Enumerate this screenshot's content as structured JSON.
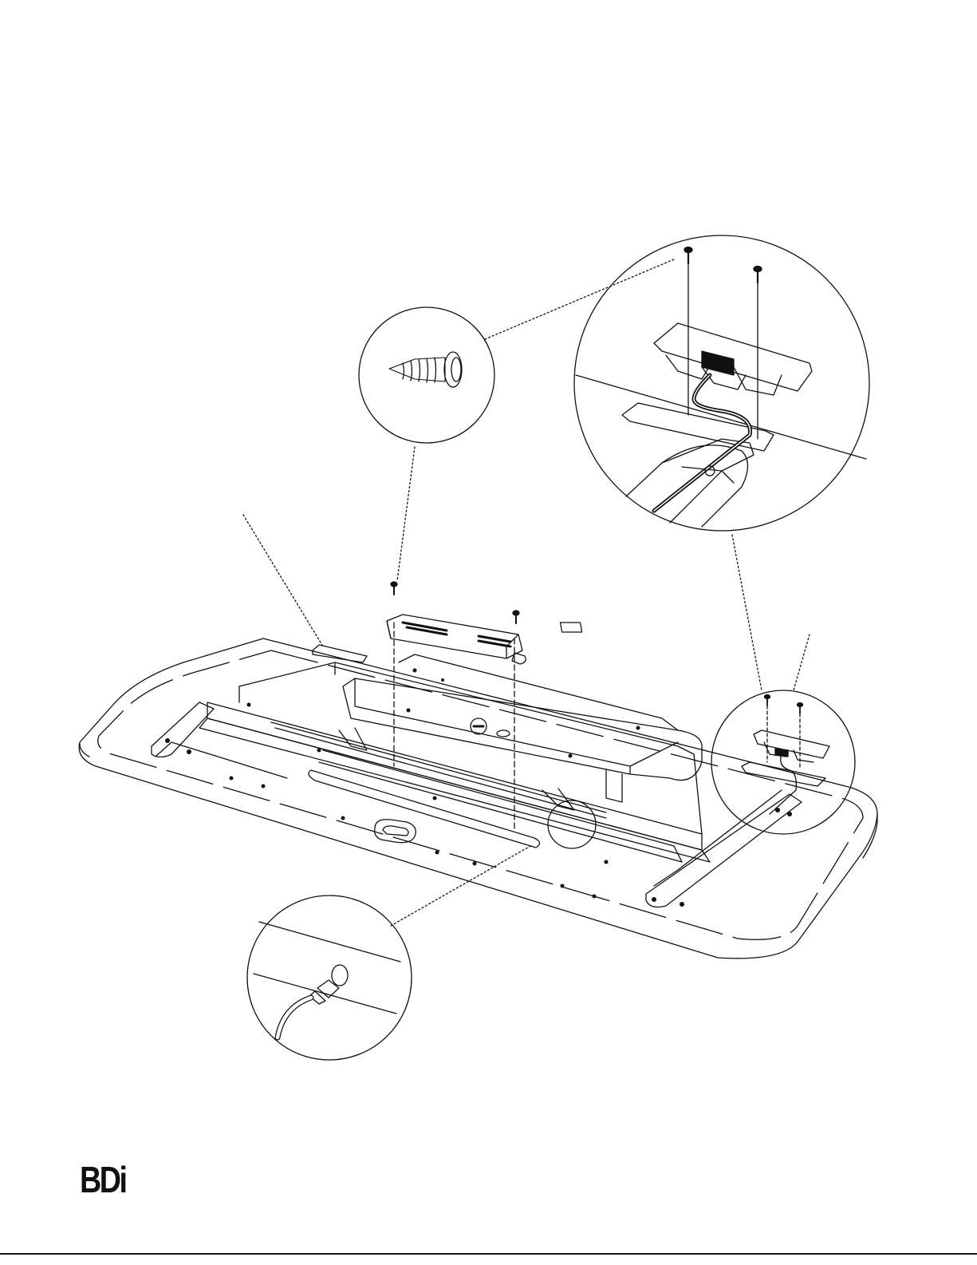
{
  "brand": {
    "logo_text": "BDi"
  },
  "colors": {
    "line": "#111111",
    "background": "#ffffff"
  },
  "diagram": {
    "callouts": [
      {
        "id": "screw-detail",
        "icon": "screw-icon"
      },
      {
        "id": "controller-bracket-detail",
        "icon": "bracket-icon"
      },
      {
        "id": "side-bracket-detail",
        "icon": "bracket-icon"
      },
      {
        "id": "cable-port-detail",
        "icon": "rj45-connector-icon"
      }
    ]
  }
}
